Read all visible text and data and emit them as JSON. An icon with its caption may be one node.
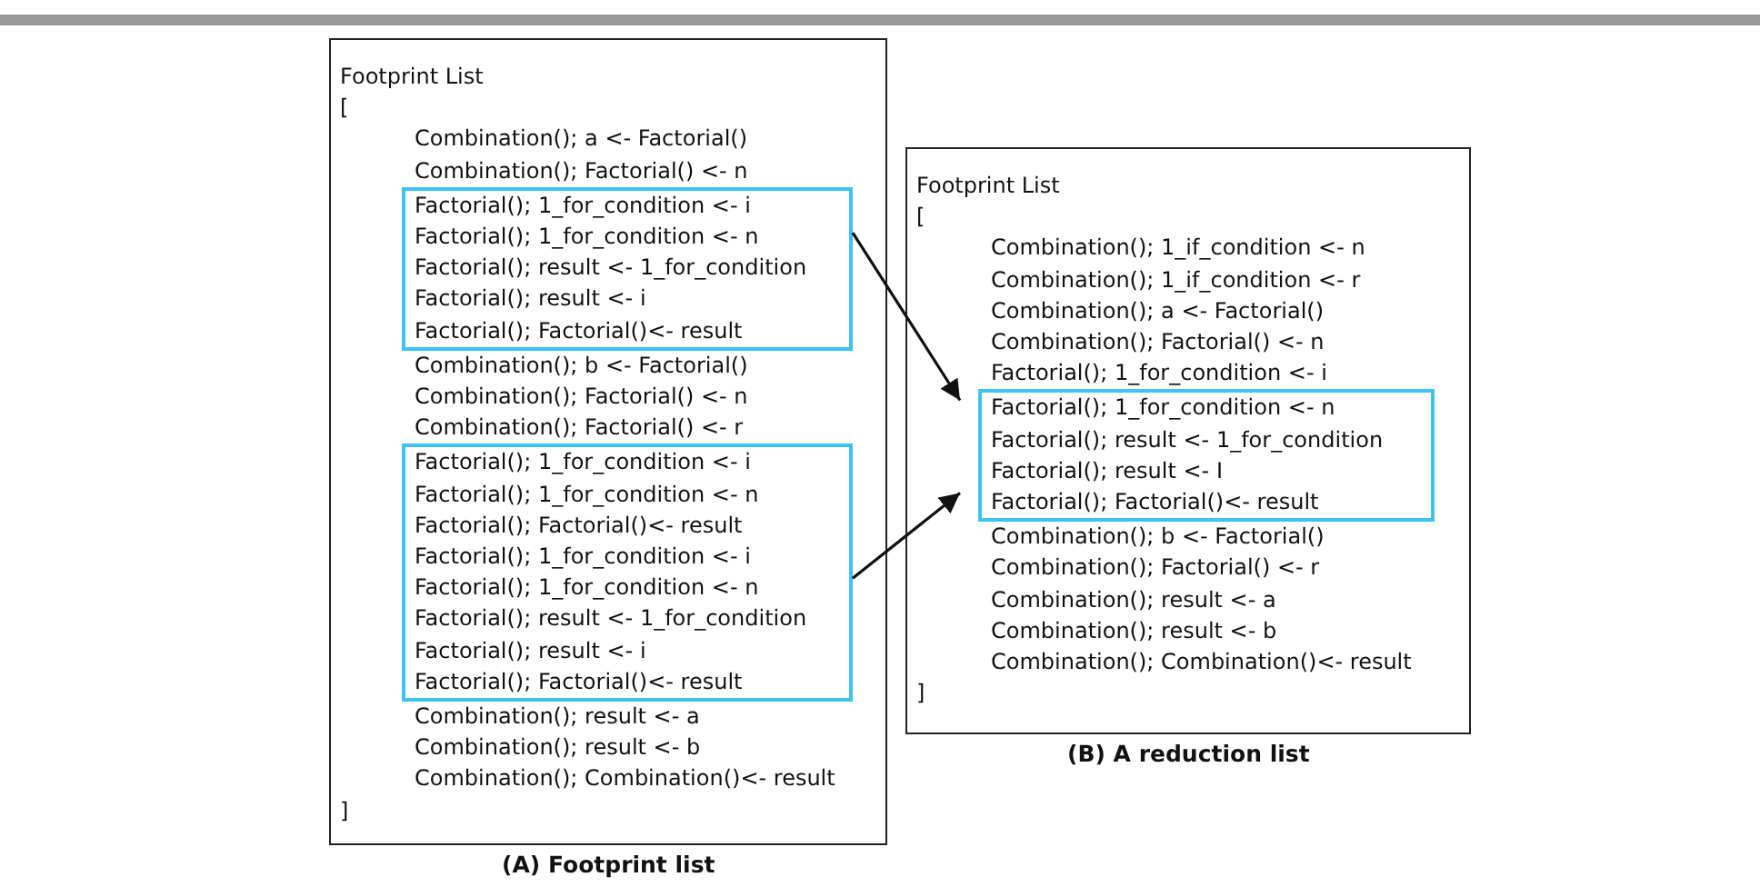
{
  "diagram": {
    "nodes": [
      {
        "text": [
          "Footprint List",
          "[",
          "Combination(); a <- Factorial()",
          "Combination(); Factorial() <- n",
          "Combination(); b <- Factorial()",
          "Combination(); Factorial() <- n",
          "Combination(); Factorial() <- r",
          "Combination(); result <- a",
          "Combination(); result <- b",
          "Combination(); Combination()<- result",
          "]"
        ],
        "beside": [
          "(A) Footprint list"
        ]
      },
      {
        "text": [
          "Factorial(); 1_for_condition <- i",
          "Factorial(); 1_for_condition <- n",
          "Factorial(); result <- 1_for_condition",
          "Factorial(); result <- i",
          "Factorial(); Factorial()<- result"
        ],
        "in": 0
      },
      {
        "text": [
          "Factorial(); 1_for_condition <- i",
          "Factorial(); 1_for_condition <- n",
          "Factorial(); Factorial()<- result",
          "Factorial(); 1_for_condition <- i",
          "Factorial(); 1_for_condition <- n",
          "Factorial(); result <- 1_for_condition",
          "Factorial(); result <- i",
          "Factorial(); Factorial()<- result"
        ],
        "in": 0
      },
      {
        "text": [
          "Footprint List",
          "[",
          "Combination(); 1_if_condition <- n",
          "Combination(); 1_if_condition <- r",
          "Combination(); a <- Factorial()",
          "Combination(); Factorial() <- n",
          "Factorial(); 1_for_condition <- i",
          "Combination(); b <- Factorial()",
          "Combination(); Factorial() <- r",
          "Combination(); result <- a",
          "Combination(); result <- b",
          "Combination(); Combination()<- result",
          "]"
        ],
        "beside": [
          "(B) A reduction list"
        ]
      },
      {
        "text": [
          "Factorial(); 1_for_condition <- n",
          "Factorial(); result <- 1_for_condition",
          "Factorial(); result <- I",
          "Factorial(); Factorial()<- result"
        ],
        "in": 3
      }
    ],
    "edges": [
      {
        "from": 1,
        "to": 4,
        "arrow": "to"
      },
      {
        "from": 2,
        "to": 4,
        "arrow": "to"
      }
    ]
  }
}
